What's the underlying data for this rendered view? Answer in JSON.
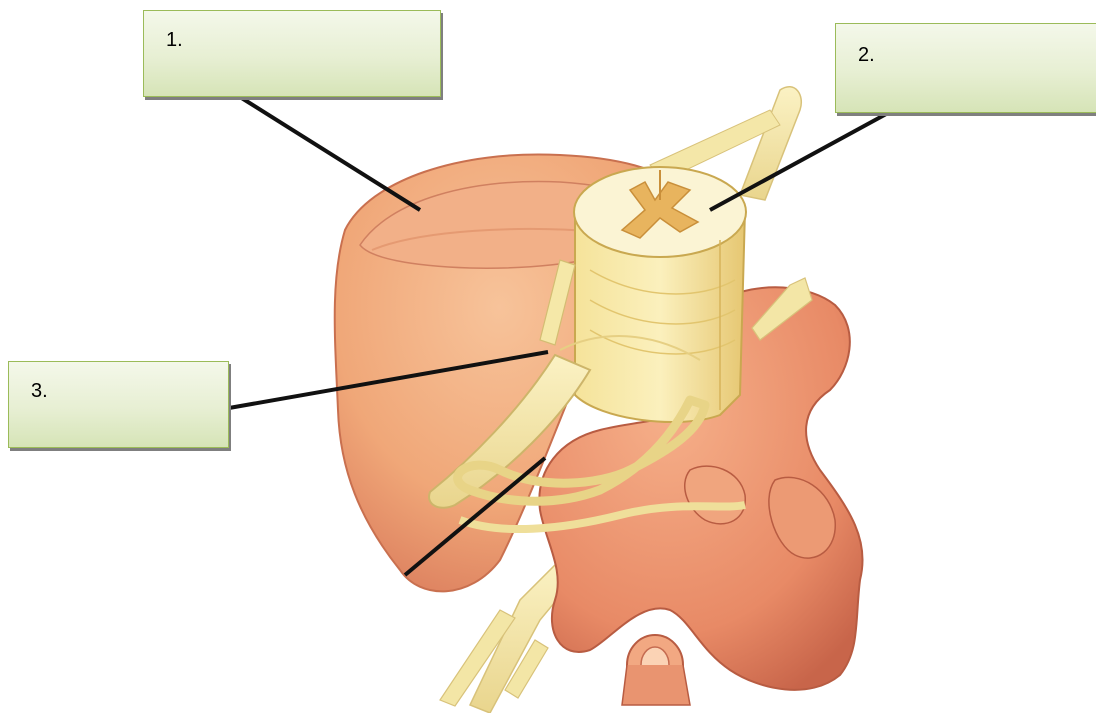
{
  "labels": [
    {
      "id": "1",
      "text": "1."
    },
    {
      "id": "2",
      "text": "2."
    },
    {
      "id": "3",
      "text": "3."
    }
  ],
  "colors": {
    "bone": "#f0a778",
    "bone_shadow": "#d9795a",
    "cord": "#f7e7a8",
    "gray_matter": "#e8b45e",
    "nerve": "#f6eaa8",
    "box_border": "#9bbb59",
    "box_fill": "#e7efd3",
    "leader": "#111111"
  }
}
